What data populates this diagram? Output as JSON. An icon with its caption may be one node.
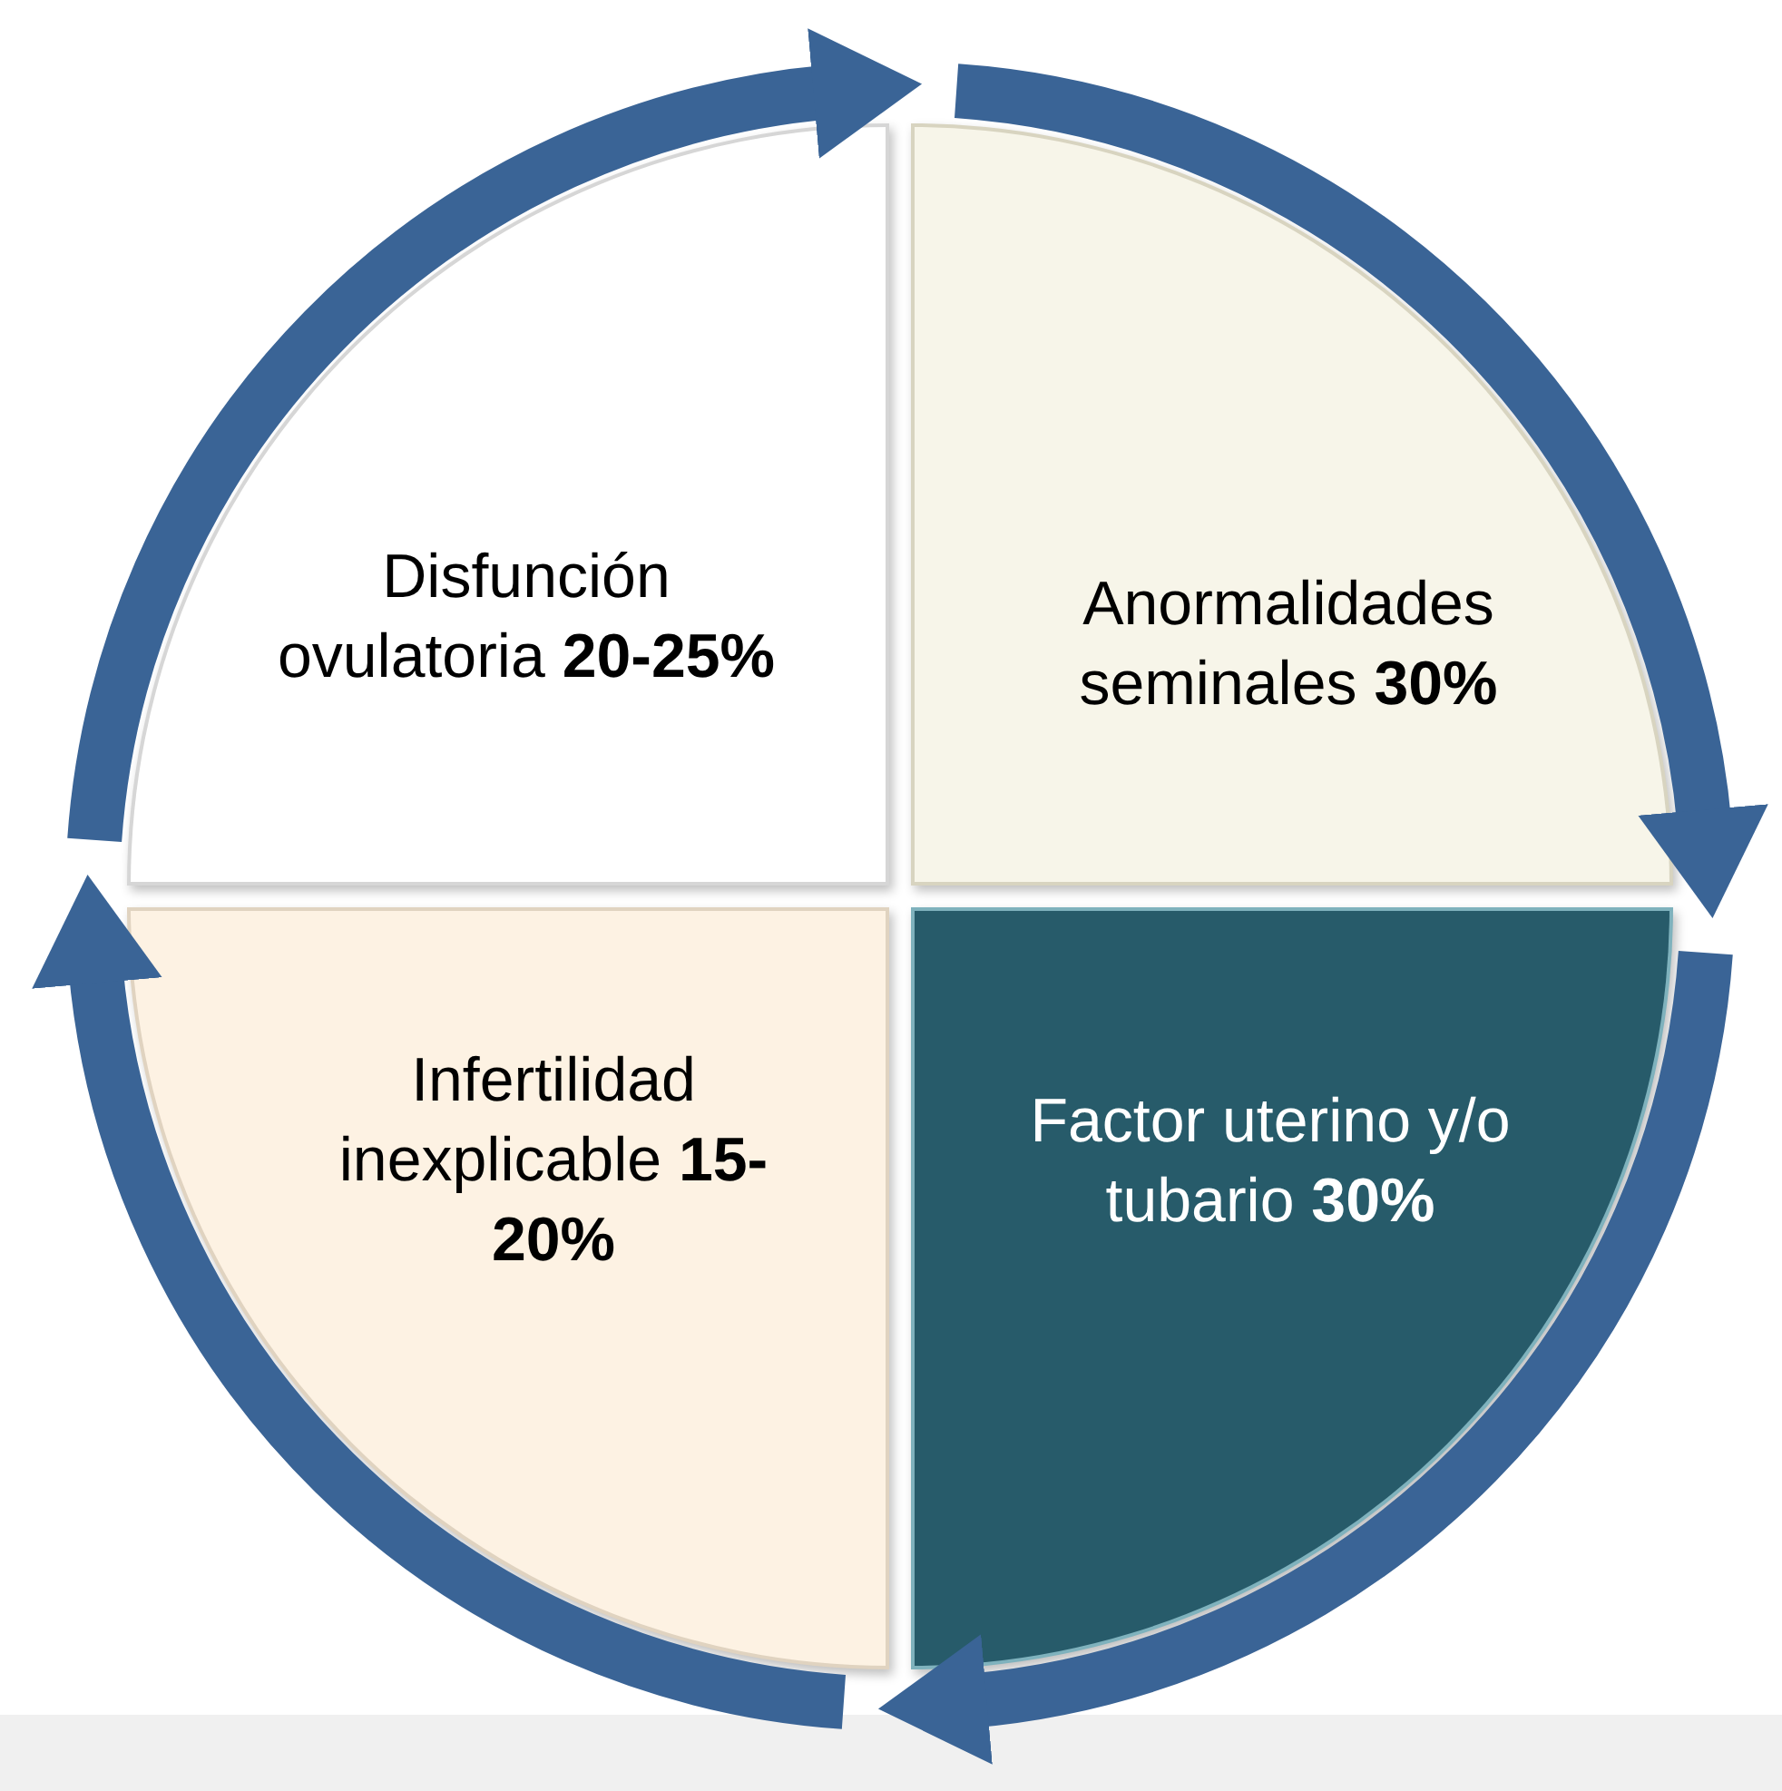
{
  "diagram": {
    "nodes": [
      {
        "text": [
          "Disfunción ovulatoria **20-25%**"
        ]
      },
      {
        "text": [
          "Anormalidades seminales **30%**"
        ]
      },
      {
        "text": [
          "Infertilidad inexplicable **15-20%**"
        ]
      },
      {
        "text": [
          "Factor uterino y/o tubario **30%**"
        ]
      }
    ],
    "edges": [
      {
        "from": 0,
        "to": 1,
        "arrow": "to"
      },
      {
        "from": 1,
        "to": 3,
        "arrow": "to"
      },
      {
        "from": 3,
        "to": 2,
        "arrow": "to"
      },
      {
        "from": 2,
        "to": 0,
        "arrow": "to"
      }
    ]
  }
}
